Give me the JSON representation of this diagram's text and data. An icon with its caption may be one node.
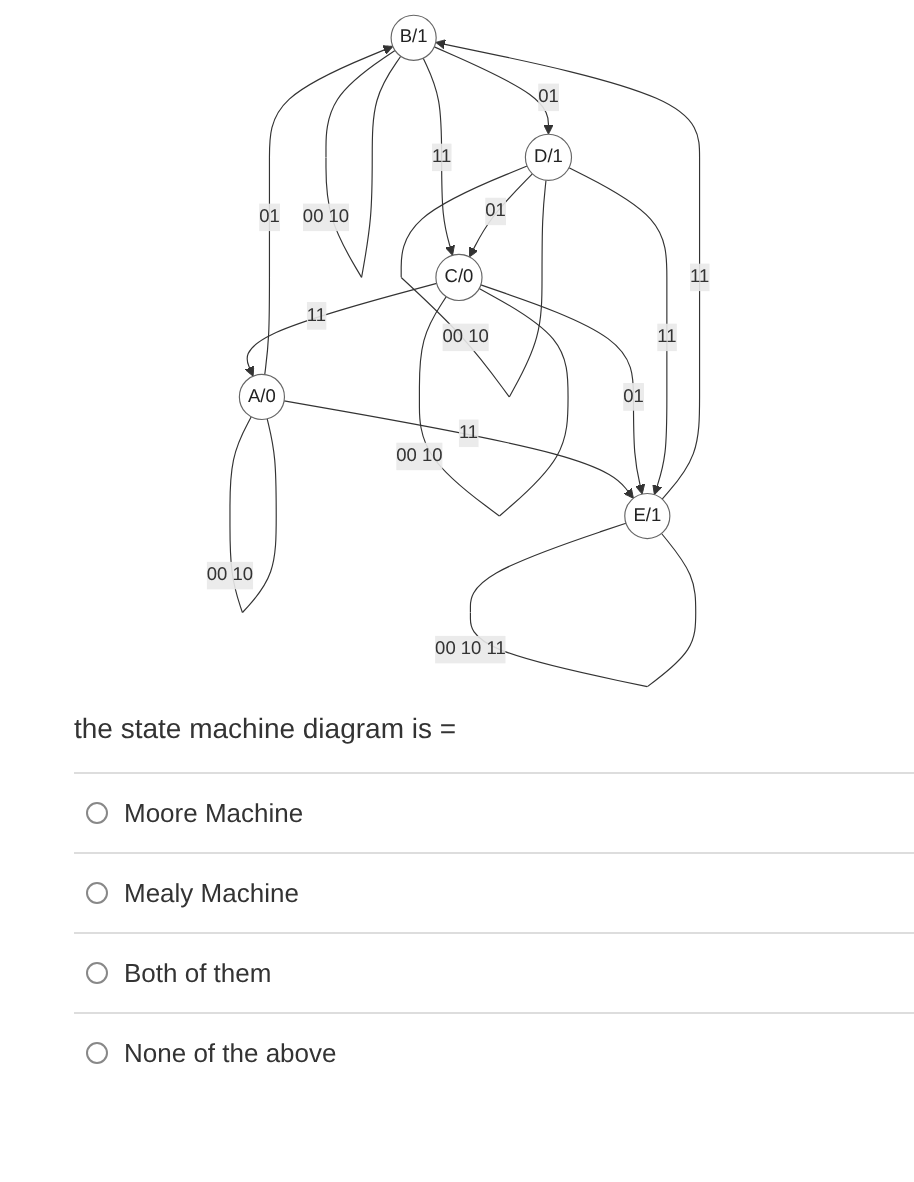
{
  "diagram": {
    "nodes": [
      {
        "text": [
          "B/1"
        ]
      },
      {
        "text": [
          "A/0"
        ]
      },
      {
        "text": [
          "C/0"
        ]
      },
      {
        "text": [
          "E/1"
        ]
      },
      {
        "text": [
          "D/1"
        ]
      }
    ],
    "edges": [
      {
        "from": 0,
        "to": 0,
        "arrow": "none",
        "label": "00 10"
      },
      {
        "from": 1,
        "to": 1,
        "arrow": "none",
        "label": "00 10"
      },
      {
        "from": 1,
        "to": 0,
        "arrow": "to",
        "label": "01"
      },
      {
        "from": 0,
        "to": 4,
        "arrow": "to",
        "label": "01"
      },
      {
        "from": 0,
        "to": 2,
        "arrow": "to",
        "label": "11"
      },
      {
        "from": 1,
        "to": 3,
        "arrow": "to",
        "label": "11"
      },
      {
        "from": 3,
        "to": 0,
        "arrow": "to",
        "label": "11"
      },
      {
        "from": 2,
        "to": 1,
        "arrow": "to",
        "label": "11"
      },
      {
        "from": 2,
        "to": 2,
        "arrow": "none",
        "label": "00 10"
      },
      {
        "from": 2,
        "to": 3,
        "arrow": "to",
        "label": "01"
      },
      {
        "from": 3,
        "to": 3,
        "arrow": "none",
        "label": "00 10 11"
      },
      {
        "from": 4,
        "to": 2,
        "arrow": "to",
        "label": "01"
      },
      {
        "from": 4,
        "to": 3,
        "arrow": "to",
        "label": "11"
      },
      {
        "from": 4,
        "to": 4,
        "arrow": "none",
        "label": "00 10"
      }
    ],
    "labels": [
      "the state machine diagram is =",
      "Moore Machine",
      "Mealy Machine",
      "Both of them",
      "None of the above"
    ]
  }
}
